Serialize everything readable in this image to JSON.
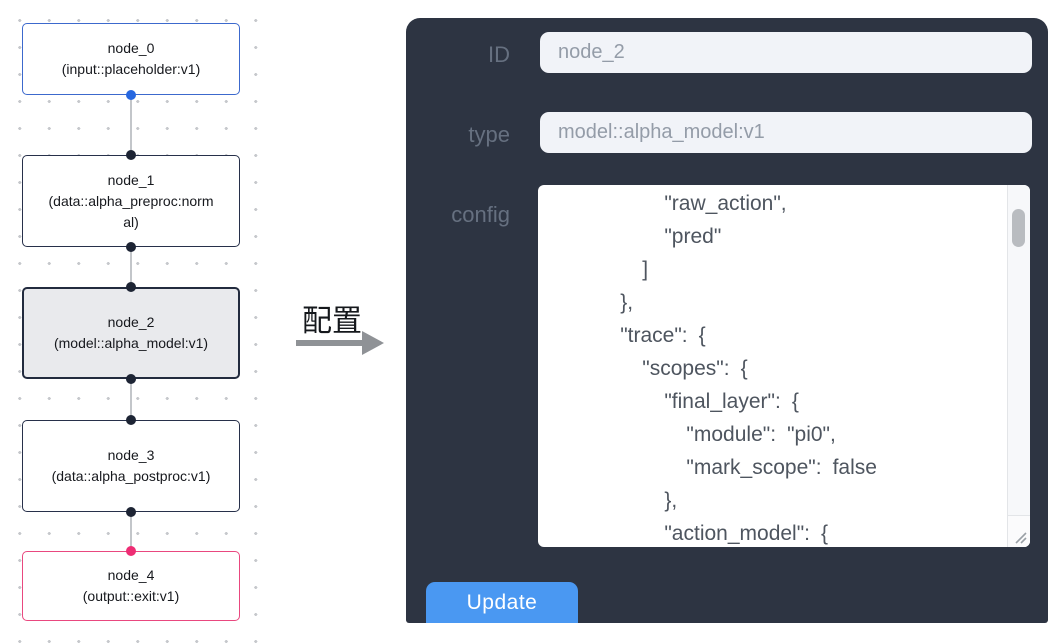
{
  "graph": {
    "nodes": [
      {
        "id": "node_0",
        "type_label": "(input::placeholder:v1)",
        "kind": "input",
        "border_color": "#3c69cd",
        "selected": false
      },
      {
        "id": "node_1",
        "type_label": "(data::alpha_preproc:normal)",
        "kind": "data",
        "border_color": "#222b3e",
        "selected": false
      },
      {
        "id": "node_2",
        "type_label": "(model::alpha_model:v1)",
        "kind": "model",
        "border_color": "#222b3e",
        "selected": true
      },
      {
        "id": "node_3",
        "type_label": "(data::alpha_postproc:v1)",
        "kind": "data",
        "border_color": "#222b3e",
        "selected": false
      },
      {
        "id": "node_4",
        "type_label": "(output::exit:v1)",
        "kind": "output",
        "border_color": "#e9487f",
        "selected": false
      }
    ],
    "edges": [
      {
        "from": "node_0",
        "to": "node_1"
      },
      {
        "from": "node_1",
        "to": "node_2"
      },
      {
        "from": "node_2",
        "to": "node_3"
      },
      {
        "from": "node_3",
        "to": "node_4"
      }
    ],
    "port_colors": {
      "input_output": "#2667e0",
      "default": "#1d2434",
      "exit": "#ee2d74"
    }
  },
  "transfer": {
    "label": "配置"
  },
  "panel": {
    "background": "#2d3442",
    "fields": [
      {
        "label": "ID",
        "value": "node_2"
      },
      {
        "label": "type",
        "value": "model::alpha_model:v1"
      }
    ],
    "config": {
      "label": "config",
      "value": "          \"raw_action\",\n          \"pred\"\n        ]\n      },\n      \"trace\": {\n        \"scopes\": {\n          \"final_layer\": {\n            \"module\": \"pi0\",\n            \"mark_scope\": false\n          },\n          \"action_model\": {"
    },
    "update_label": "Update",
    "accent_color": "#4a98f2"
  }
}
